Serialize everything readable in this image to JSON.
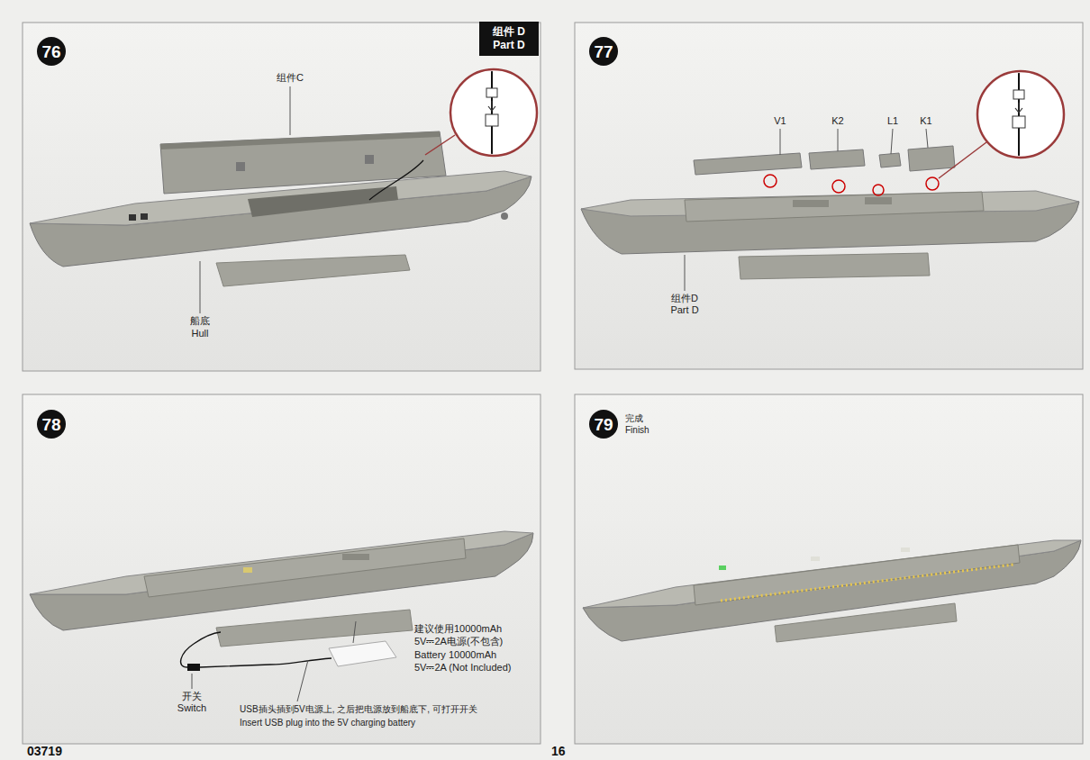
{
  "diagram": {
    "nodes": [
      {
        "text": [
          "76"
        ]
      },
      {
        "text": [
          "组件 D Part D"
        ]
      },
      {
        "text": [
          "77"
        ]
      },
      {
        "text": [
          "78"
        ]
      },
      {
        "text": [
          "79"
        ]
      }
    ],
    "labels": [
      "组件C",
      "船底",
      "Hull",
      "V1",
      "K2",
      "L1",
      "K1",
      "组件D",
      "Part D",
      "开关",
      "Switch",
      "建议使用10000mAh",
      "5V⎓2A电源(不包含)",
      "Battery 10000mAh",
      "5V⎓2A (Not Included)",
      "USB插头插到5V电源上, 之后把电源放到船底下, 可打开开关",
      "Insert USB plug into the 5V charging battery",
      "完成",
      "Finish",
      "03719",
      "16"
    ]
  }
}
